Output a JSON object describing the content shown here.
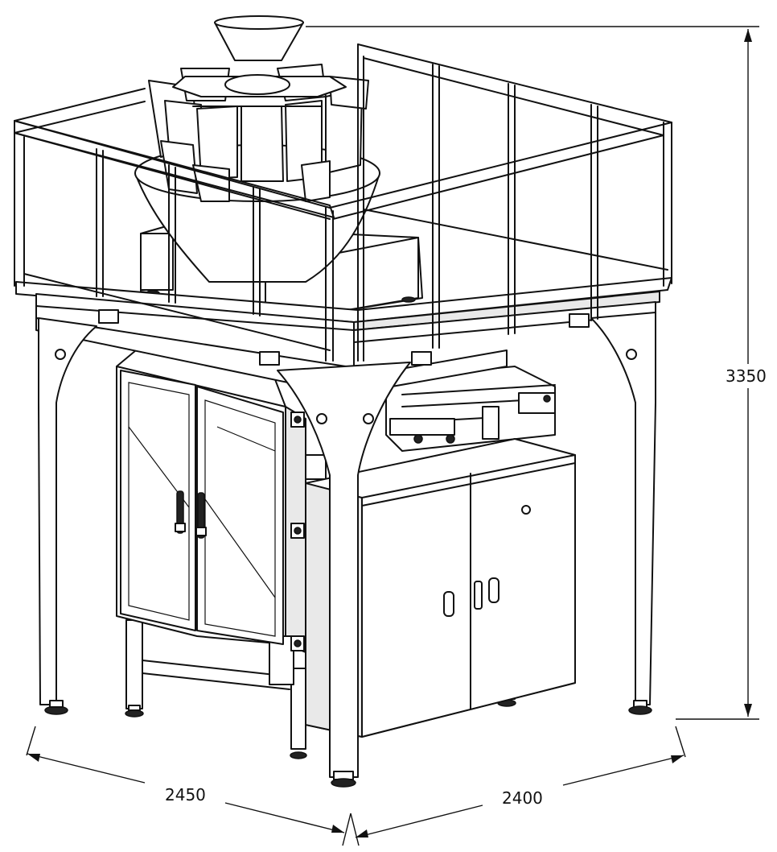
{
  "dimensions": {
    "height": "3350",
    "width_left": "2450",
    "width_right": "2400"
  }
}
